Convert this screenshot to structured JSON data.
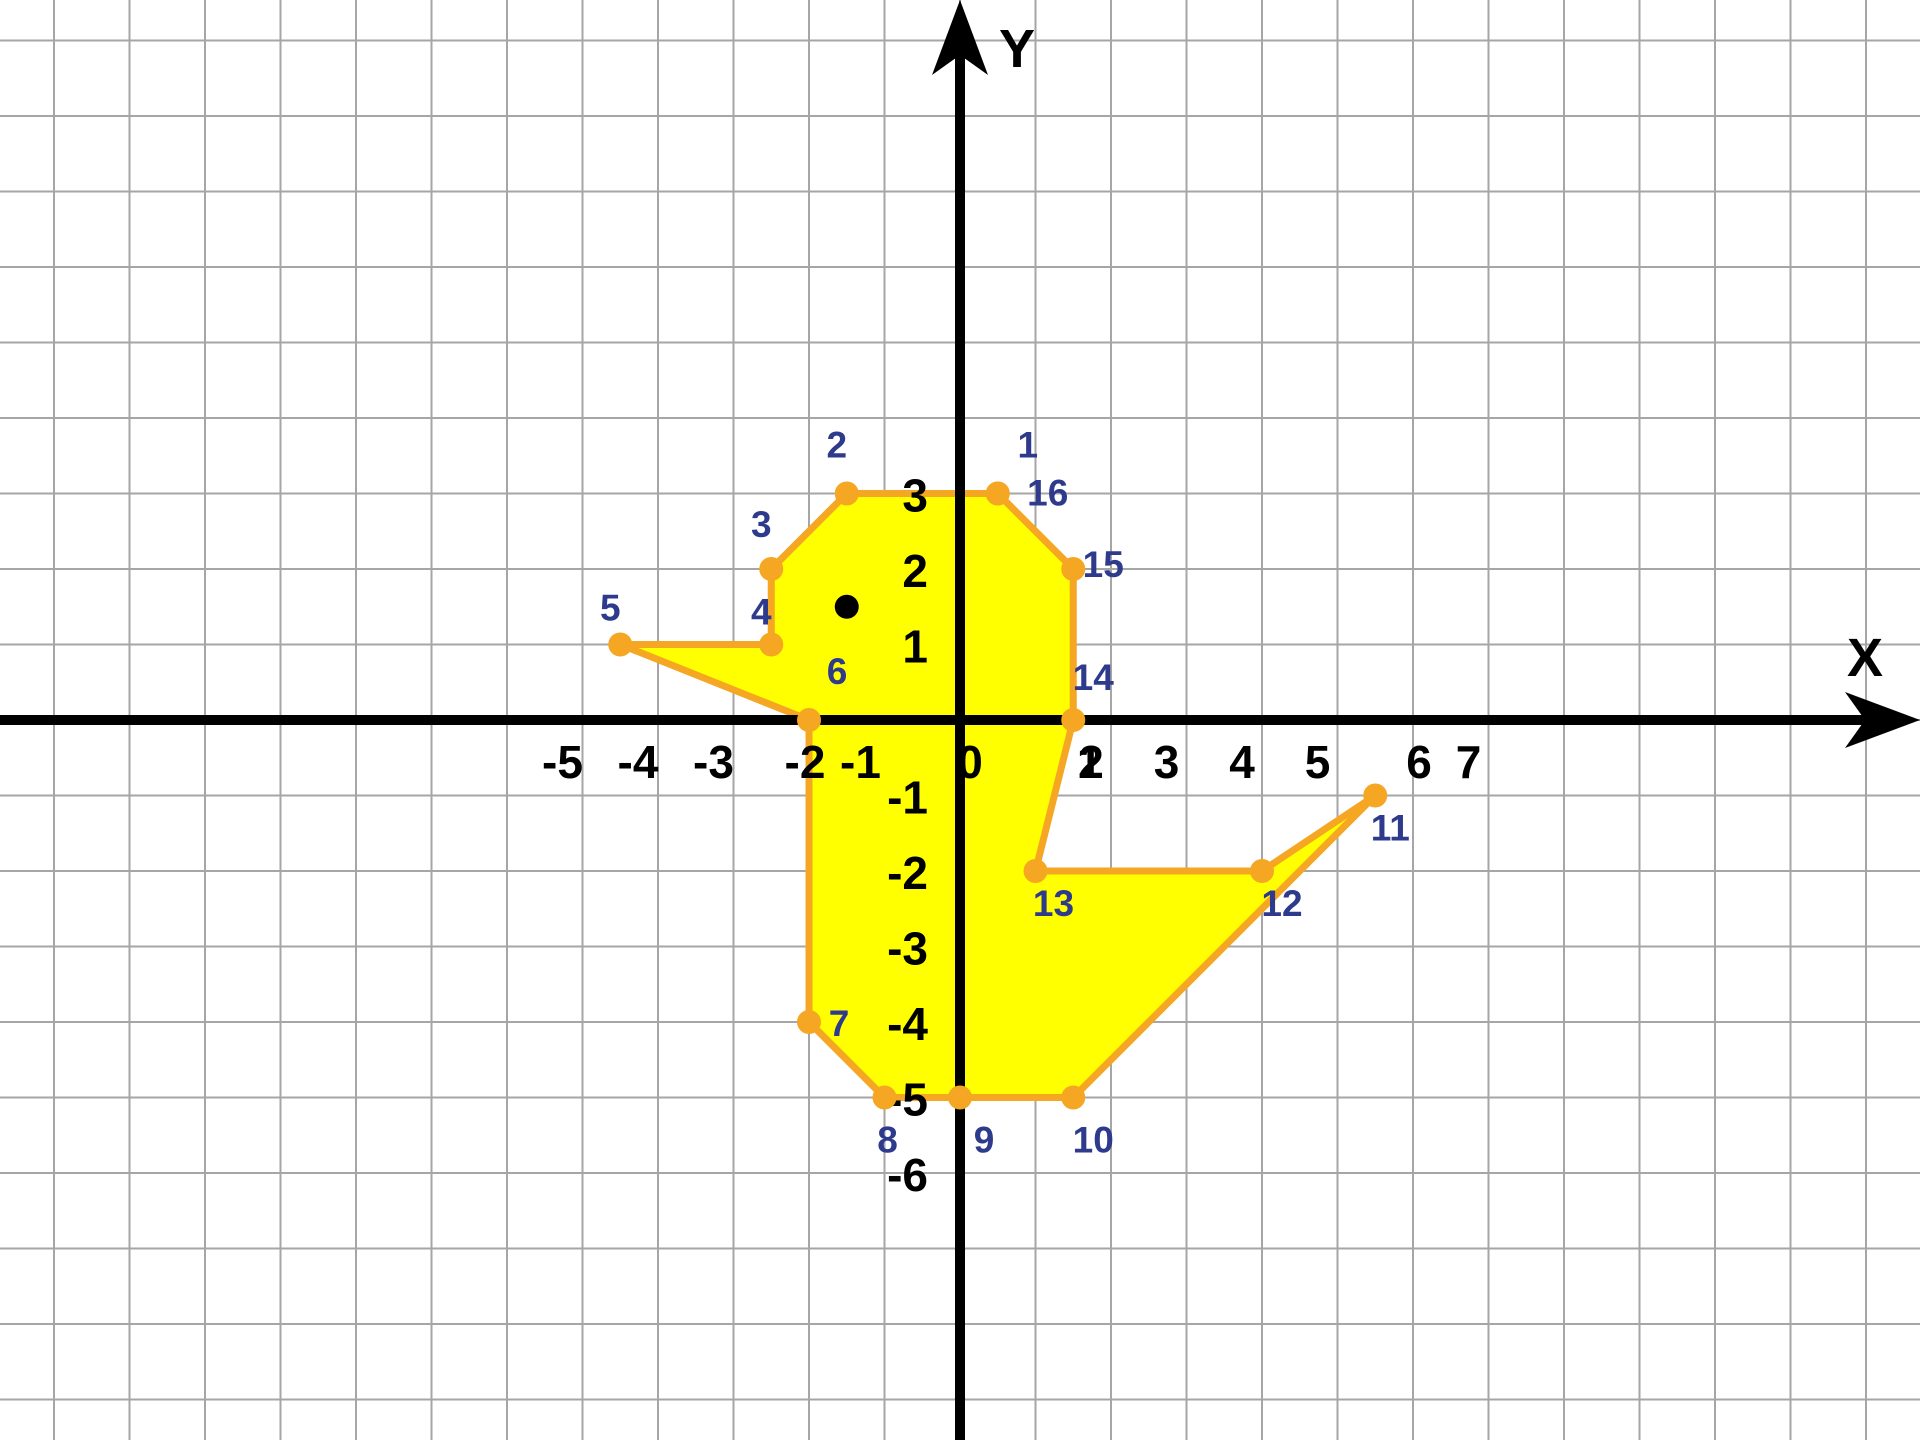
{
  "chart_data": {
    "type": "scatter",
    "title": "",
    "xlabel": "X",
    "ylabel": "Y",
    "grid": true,
    "x_ticks": [
      "-5",
      "-4",
      "-3",
      "-2",
      "-1",
      "0",
      "1",
      "2",
      "3",
      "4",
      "5",
      "6",
      "7"
    ],
    "y_ticks": [
      "3",
      "2",
      "1",
      "-1",
      "-2",
      "-3",
      "-4",
      "-5",
      "-6"
    ],
    "polygon": {
      "fill_color": "#ffff00",
      "stroke_color": "#f5a623",
      "closed": true
    },
    "points": [
      {
        "label": "1",
        "x": 0.5,
        "y": 3
      },
      {
        "label": "2",
        "x": -1.5,
        "y": 3
      },
      {
        "label": "3",
        "x": -2.5,
        "y": 2
      },
      {
        "label": "4",
        "x": -2.5,
        "y": 1
      },
      {
        "label": "5",
        "x": -4.5,
        "y": 1
      },
      {
        "label": "6",
        "x": -2,
        "y": 0
      },
      {
        "label": "7",
        "x": -2,
        "y": -4
      },
      {
        "label": "8",
        "x": -1,
        "y": -5
      },
      {
        "label": "9",
        "x": 0,
        "y": -5
      },
      {
        "label": "10",
        "x": 1.5,
        "y": -5
      },
      {
        "label": "11",
        "x": 5.5,
        "y": -1
      },
      {
        "label": "12",
        "x": 4,
        "y": -2
      },
      {
        "label": "13",
        "x": 1,
        "y": -2
      },
      {
        "label": "14",
        "x": 1.5,
        "y": 0
      },
      {
        "label": "15",
        "x": 1.5,
        "y": 2
      },
      {
        "label": "16",
        "x": 0.5,
        "y": 3
      }
    ],
    "eye": {
      "x": -1.5,
      "y": 1.5
    },
    "colors": {
      "grid": "#a6a6a6",
      "axis": "#000000",
      "point": "#f5a623",
      "point_label": "#2e3a8c",
      "tick_label": "#000000",
      "eye": "#000000"
    }
  }
}
